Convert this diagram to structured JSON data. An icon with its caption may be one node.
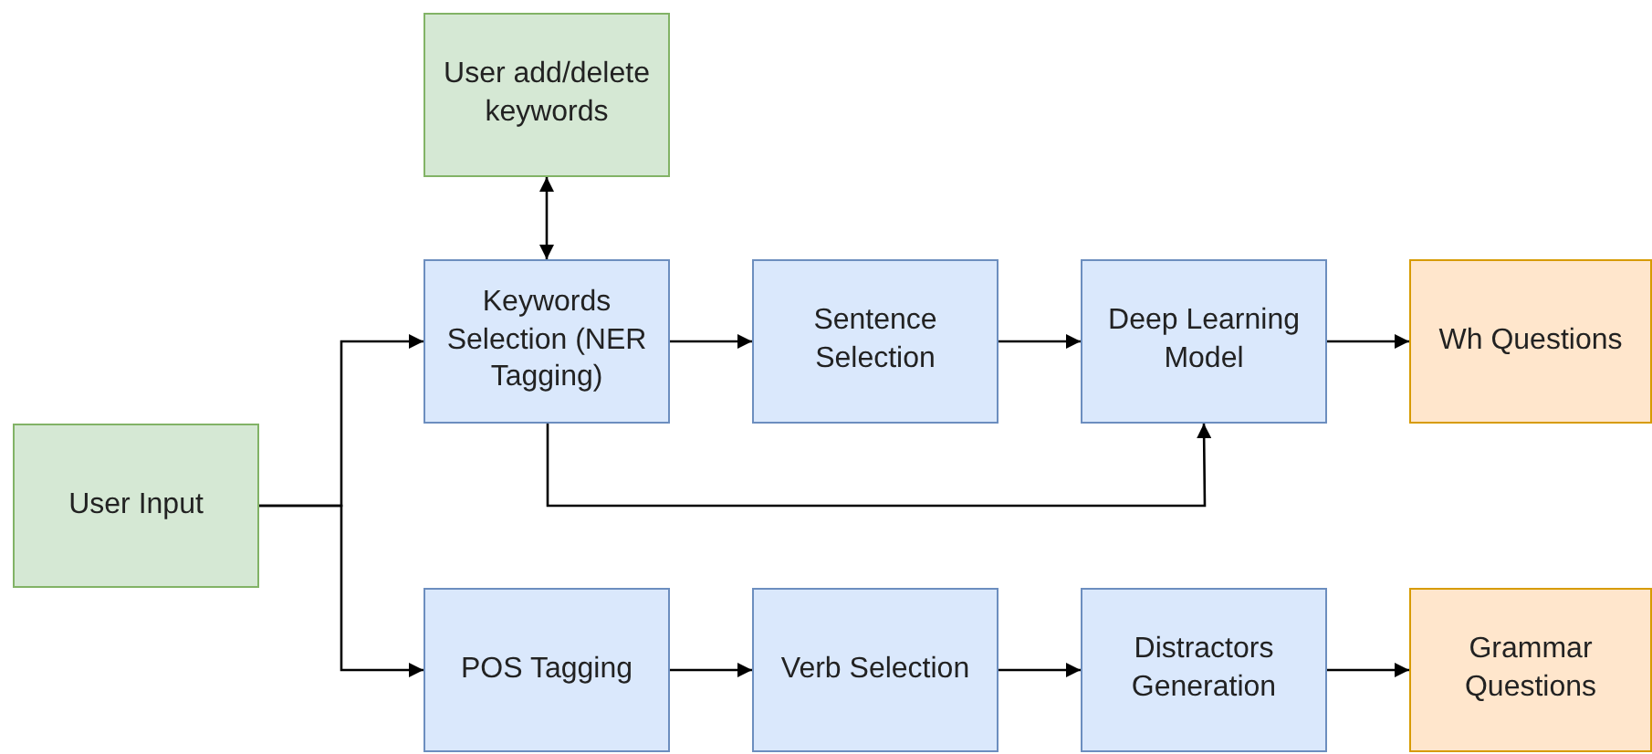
{
  "diagram": {
    "nodes": [
      {
        "text": [
          "User add/delete keywords"
        ]
      },
      {
        "text": [
          "Keywords Selection (NER Tagging)"
        ]
      },
      {
        "text": [
          "Sentence Selection"
        ]
      },
      {
        "text": [
          "Deep Learning Model"
        ]
      },
      {
        "text": [
          "Wh Questions"
        ]
      },
      {
        "text": [
          "User Input"
        ]
      },
      {
        "text": [
          "POS Tagging"
        ]
      },
      {
        "text": [
          "Verb Selection"
        ]
      },
      {
        "text": [
          "Distractors Generation"
        ]
      },
      {
        "text": [
          "Grammar Questions"
        ]
      }
    ],
    "edges": [
      {
        "from": 0,
        "to": 1,
        "arrow": "both"
      },
      {
        "from": 1,
        "to": 2,
        "arrow": "to"
      },
      {
        "from": 2,
        "to": 3,
        "arrow": "to"
      },
      {
        "from": 3,
        "to": 4,
        "arrow": "to"
      },
      {
        "from": 1,
        "to": 3,
        "arrow": "to"
      },
      {
        "from": 5,
        "to": 1,
        "arrow": "to"
      },
      {
        "from": 5,
        "to": 6,
        "arrow": "to"
      },
      {
        "from": 6,
        "to": 7,
        "arrow": "to"
      },
      {
        "from": 7,
        "to": 8,
        "arrow": "to"
      },
      {
        "from": 8,
        "to": 9,
        "arrow": "to"
      }
    ]
  }
}
